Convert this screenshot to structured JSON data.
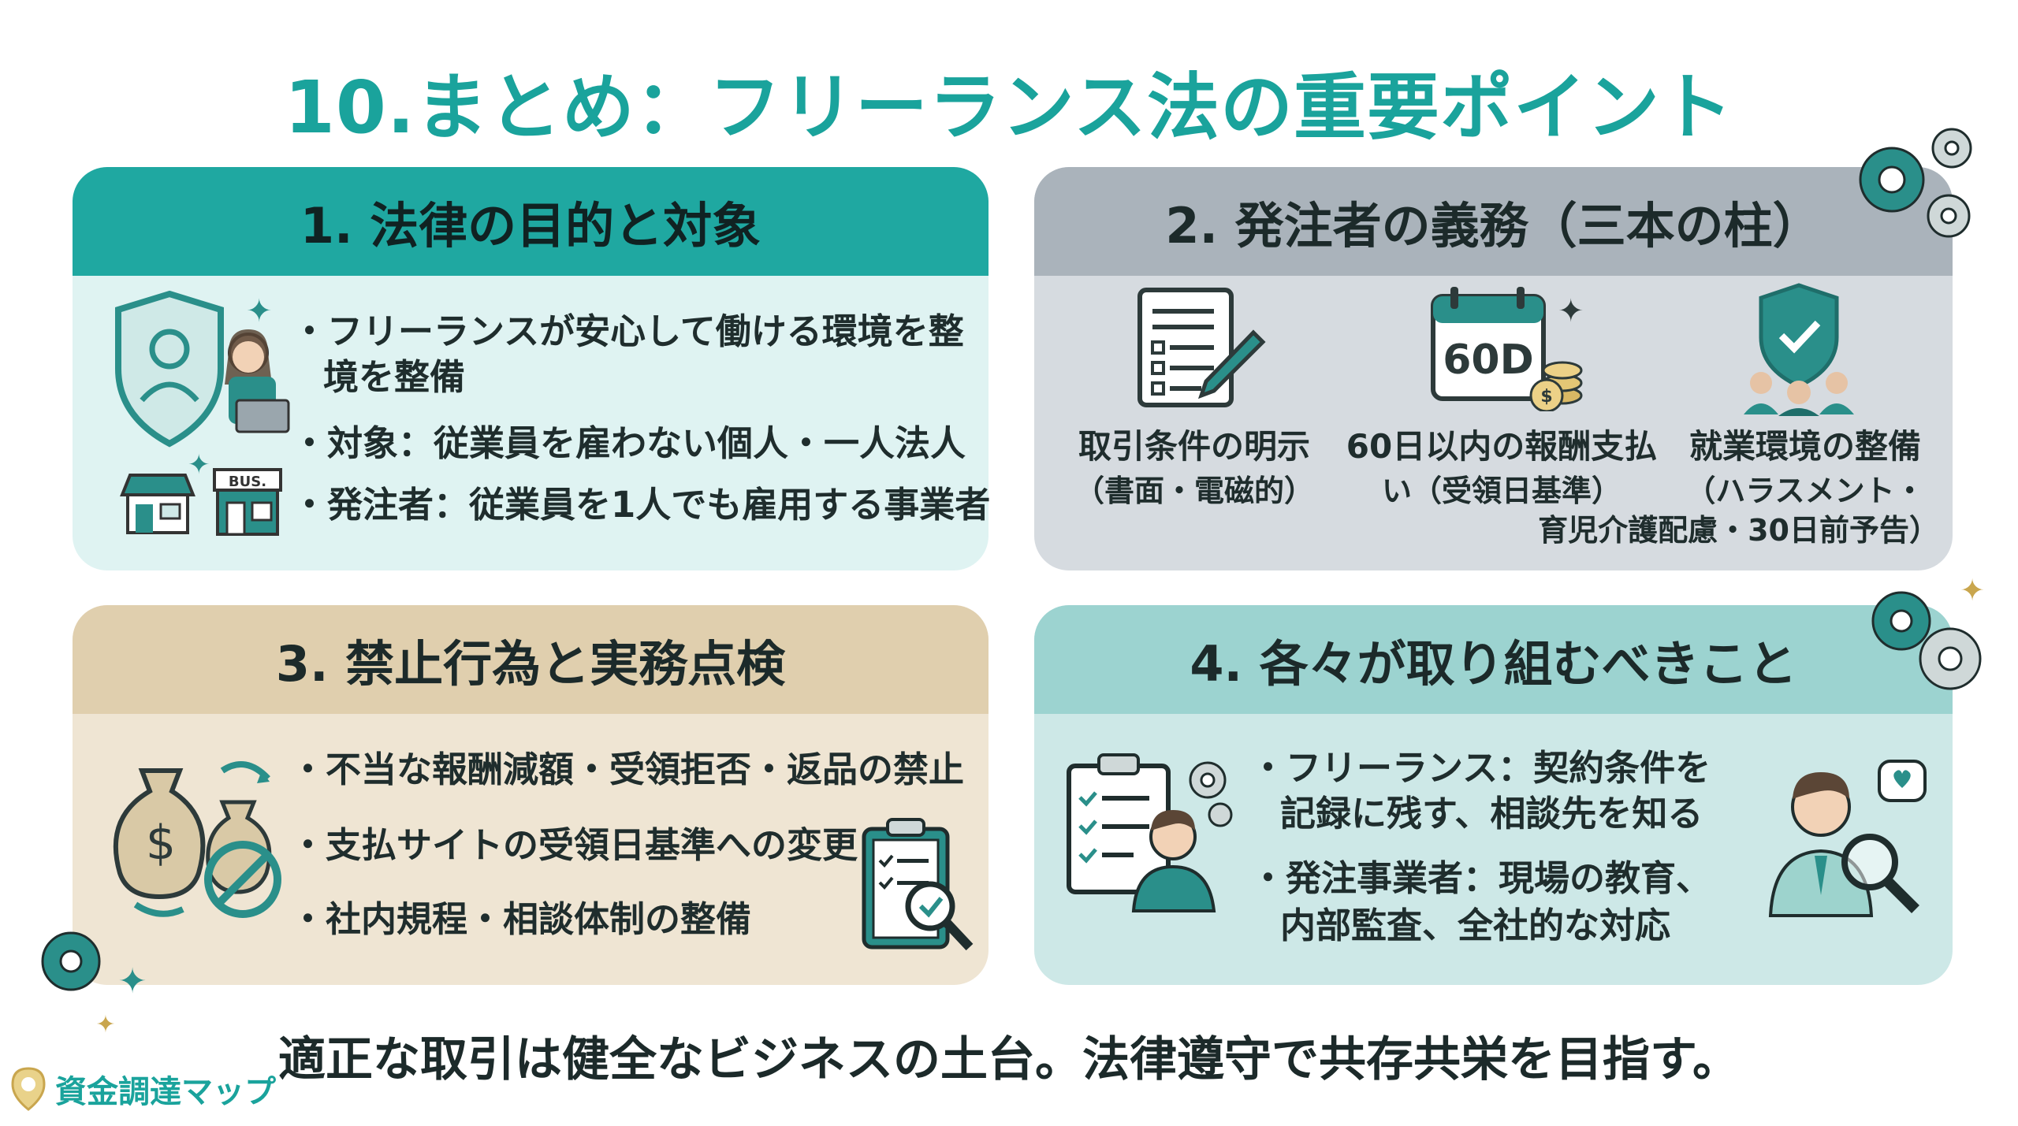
{
  "title": "10.まとめ：フリーランス法の重要ポイント",
  "card1": {
    "heading": "1. 法律の目的と対象",
    "bullets": [
      "・フリーランスが安心して働ける環境を整",
      "境を整備",
      "・対象：従業員を雇わない個人・一人法人",
      "・発注者：従業員を1人でも雇用する事業者"
    ],
    "bus_sign": "BUS."
  },
  "card2": {
    "heading": "2. 発注者の義務（三本の柱）",
    "pillars": [
      {
        "l1": "取引条件の明示",
        "l2": "（書面・電磁的）"
      },
      {
        "l1": "60日以内の報酬支払",
        "l2": "い（受領日基準）"
      },
      {
        "l1": "就業環境の整備",
        "l2": "（ハラスメント・",
        "l3": "育児介護配慮・30日前予告）"
      }
    ],
    "calendar_text": "60D"
  },
  "card3": {
    "heading": "3. 禁止行為と実務点検",
    "bullets": [
      "・不当な報酬減額・受領拒否・返品の禁止",
      "・支払サイトの受領日基準への変更",
      "・社内規程・相談体制の整備"
    ]
  },
  "card4": {
    "heading": "4. 各々が取り組むべきこと",
    "bullets": [
      "・フリーランス：契約条件を",
      "記録に残す、相談先を知る",
      "・発注事業者：現場の教育、",
      "内部監査、全社的な対応"
    ]
  },
  "footer": "適正な取引は健全なビジネスの土台。法律遵守で共存共栄を目指す。",
  "logo": "資金調達マップ",
  "colors": {
    "accent": "#1aa39c",
    "teal": "#2a8f8a",
    "dark": "#1f2d2d"
  }
}
